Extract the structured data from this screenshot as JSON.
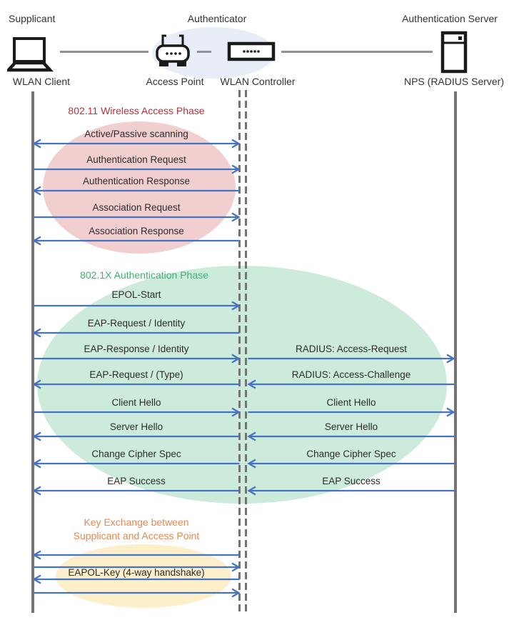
{
  "palette": {
    "arrow_blue": "#4472C4",
    "lifeline_gray": "#737373",
    "connector_gray": "#919191",
    "label_ink": "#2B2B2B",
    "header_ink": "#333333",
    "p1_fill": "#F2CFCF",
    "p2_fill": "#CDEBDA",
    "p3_fill": "#FCEFC9",
    "header_fill": "#E9EDF8",
    "p1_title_color": "#BE3036",
    "p2_title_color": "#3CB372",
    "p3_title_color": "#E9874D"
  },
  "actors": {
    "supplicant": {
      "role": "Supplicant",
      "device": "WLAN Client",
      "icon": "laptop-icon"
    },
    "authenticator": {
      "role": "Authenticator",
      "access_point": "Access Point",
      "controller": "WLAN Controller",
      "icons": [
        "access-point-icon",
        "wlan-controller-icon"
      ]
    },
    "server": {
      "role": "Authentication Server",
      "device": "NPS (RADIUS Server)",
      "icon": "server-icon"
    }
  },
  "phases": {
    "p1": {
      "title": "802.11 Wireless Access Phase"
    },
    "p2": {
      "title": "802.1X Authentication Phase"
    },
    "p3": {
      "title_line1": "Key Exchange between",
      "title_line2": "Supplicant and Access Point"
    }
  },
  "messages": {
    "client_ap": [
      {
        "label": "Active/Passive scanning",
        "dir": "both"
      },
      {
        "label": "Authentication Request",
        "dir": "right"
      },
      {
        "label": "Authentication Response",
        "dir": "left"
      },
      {
        "label": "Association Request",
        "dir": "right"
      },
      {
        "label": "Association Response",
        "dir": "left"
      },
      {
        "label": "EPOL-Start",
        "dir": "right"
      },
      {
        "label": "EAP-Request / Identity",
        "dir": "left"
      },
      {
        "label": "EAP-Response / Identity",
        "dir": "right"
      },
      {
        "label": "EAP-Request / (Type)",
        "dir": "left"
      },
      {
        "label": "Client Hello",
        "dir": "right"
      },
      {
        "label": "Server Hello",
        "dir": "left"
      },
      {
        "label": "Change Cipher Spec",
        "dir": "left"
      },
      {
        "label": "EAP Success",
        "dir": "left"
      },
      {
        "label": "",
        "dir": "left"
      },
      {
        "label": "",
        "dir": "right"
      },
      {
        "label": "EAPOL-Key (4-way handshake)",
        "dir": "left"
      },
      {
        "label": "",
        "dir": "right"
      }
    ],
    "ctrl_srv": [
      {
        "label": "RADIUS: Access-Request",
        "dir": "right"
      },
      {
        "label": "RADIUS: Access-Challenge",
        "dir": "left"
      },
      {
        "label": "Client Hello",
        "dir": "right"
      },
      {
        "label": "Server Hello",
        "dir": "left"
      },
      {
        "label": "Change Cipher Spec",
        "dir": "left"
      },
      {
        "label": "EAP Success",
        "dir": "left"
      }
    ]
  }
}
